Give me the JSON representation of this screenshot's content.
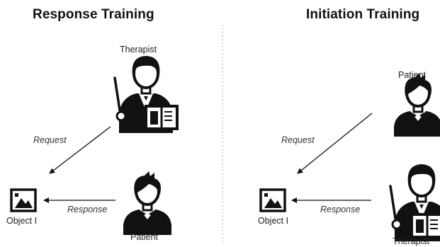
{
  "panels": [
    {
      "title": "Response Training",
      "top_person": "Therapist",
      "bottom_person": "Patient",
      "object": "Object I",
      "edge_top": "Request",
      "edge_bottom": "Response"
    },
    {
      "title": "Initiation Training",
      "top_person": "Patient",
      "bottom_person": "Therapist",
      "object": "Object I",
      "edge_top": "Request",
      "edge_bottom": "Response"
    }
  ],
  "colors": {
    "ink": "#111111",
    "divider": "#bbbbbb"
  },
  "icons": [
    "therapist-icon",
    "patient-icon",
    "object-picture-icon",
    "pointer-stick-icon",
    "book-icon"
  ]
}
